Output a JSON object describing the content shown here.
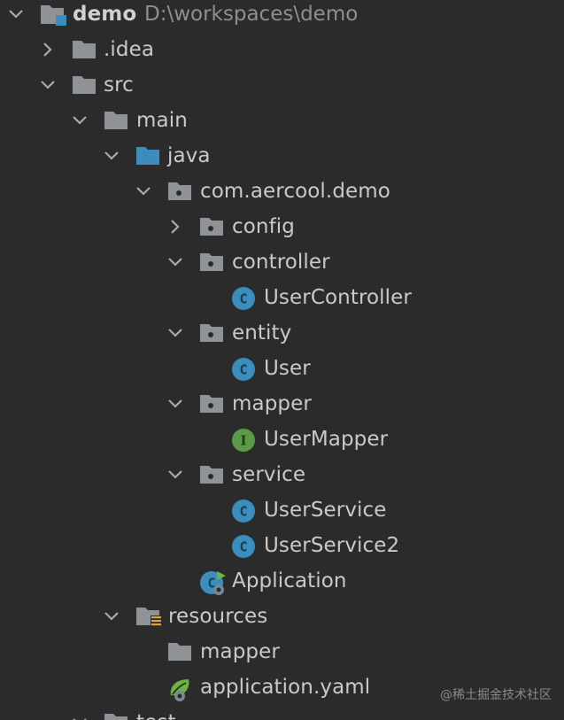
{
  "project": {
    "name": "demo",
    "path": "D:\\workspaces\\demo"
  },
  "tree": {
    "idea": ".idea",
    "src": "src",
    "main": "main",
    "java": "java",
    "package": "com.aercool.demo",
    "config": "config",
    "controller": "controller",
    "user_controller": "UserController",
    "entity": "entity",
    "user": "User",
    "mapper_pkg": "mapper",
    "user_mapper": "UserMapper",
    "service": "service",
    "user_service": "UserService",
    "user_service2": "UserService2",
    "application": "Application",
    "resources": "resources",
    "res_mapper": "mapper",
    "application_yaml": "application.yaml",
    "test": "test"
  },
  "icons": {
    "class_badge": "C",
    "interface_badge": "I"
  },
  "colors": {
    "background": "#2b2b2b",
    "folder": "#8f9397",
    "source_folder": "#3a8dbd",
    "class_icon": "#3a8dbd",
    "interface_icon": "#5b9a47",
    "spring_green": "#6db33f"
  },
  "watermark": "@稀土掘金技术社区"
}
